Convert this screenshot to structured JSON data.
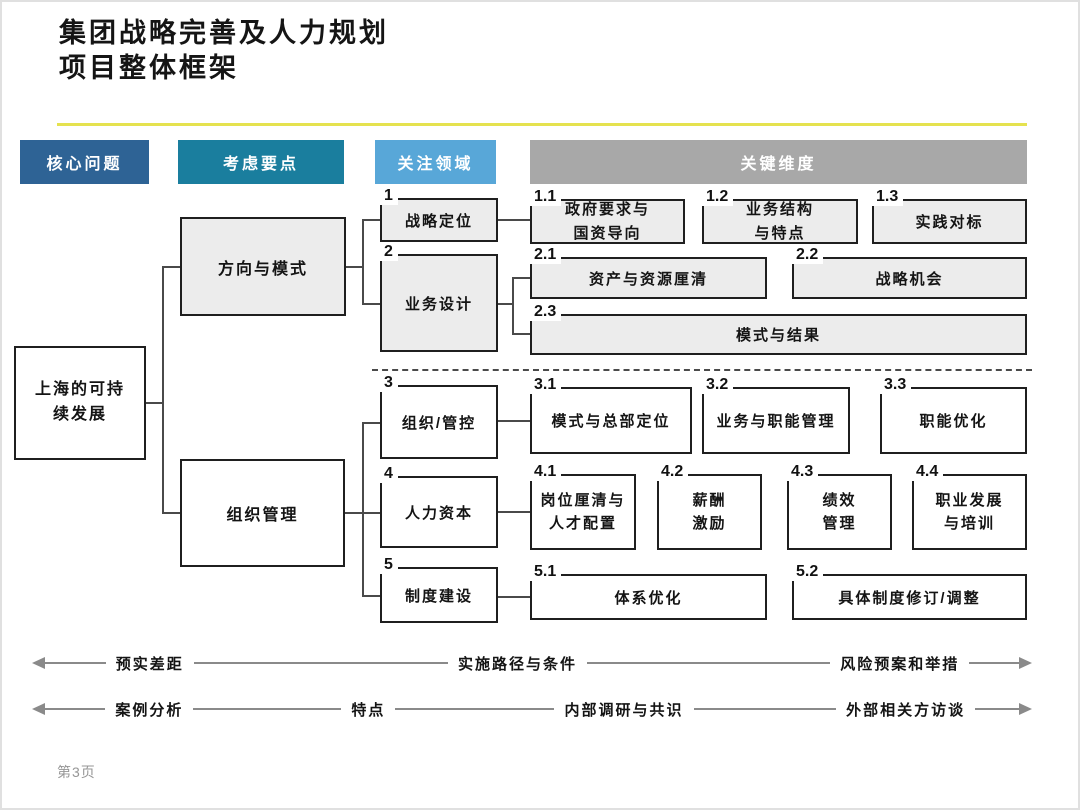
{
  "title": {
    "line1": "集团战略完善及人力规划",
    "line2": "项目整体框架"
  },
  "column_headers": {
    "core_issue": "核心问题",
    "considerations": "考虑要点",
    "focus_areas": "关注领域",
    "key_dimensions": "关键维度"
  },
  "colors": {
    "core_issue_header": "#2e6395",
    "considerations_header": "#1a7e9e",
    "focus_areas_header": "#58a7d8",
    "key_dimensions_header": "#a8a8a8",
    "title_rule": "#e5e24f",
    "box_fill_gray": "#ececec",
    "box_border": "#1f1f1f"
  },
  "core_issue": {
    "label": "上海的可持\n续发展"
  },
  "considerations": [
    {
      "label": "方向与模式"
    },
    {
      "label": "组织管理"
    }
  ],
  "focus_areas": [
    {
      "num": "1",
      "label": "战略定位"
    },
    {
      "num": "2",
      "label": "业务设计"
    },
    {
      "num": "3",
      "label": "组织/管控"
    },
    {
      "num": "4",
      "label": "人力资本"
    },
    {
      "num": "5",
      "label": "制度建设"
    }
  ],
  "key_dimensions": [
    {
      "num": "1.1",
      "label": "政府要求与\n国资导向"
    },
    {
      "num": "1.2",
      "label": "业务结构\n与特点"
    },
    {
      "num": "1.3",
      "label": "实践对标"
    },
    {
      "num": "2.1",
      "label": "资产与资源厘清"
    },
    {
      "num": "2.2",
      "label": "战略机会"
    },
    {
      "num": "2.3",
      "label": "模式与结果"
    },
    {
      "num": "3.1",
      "label": "模式与总部定位"
    },
    {
      "num": "3.2",
      "label": "业务与职能管理"
    },
    {
      "num": "3.3",
      "label": "职能优化"
    },
    {
      "num": "4.1",
      "label": "岗位厘清与\n人才配置"
    },
    {
      "num": "4.2",
      "label": "薪酬\n激励"
    },
    {
      "num": "4.3",
      "label": "绩效\n管理"
    },
    {
      "num": "4.4",
      "label": "职业发展\n与培训"
    },
    {
      "num": "5.1",
      "label": "体系优化"
    },
    {
      "num": "5.2",
      "label": "具体制度修订/调整"
    }
  ],
  "bottom_arrows": {
    "row1": [
      "预实差距",
      "实施路径与条件",
      "风险预案和举措"
    ],
    "row2": [
      "案例分析",
      "特点",
      "内部调研与共识",
      "外部相关方访谈"
    ]
  },
  "footer": {
    "page_number": "第3页"
  }
}
